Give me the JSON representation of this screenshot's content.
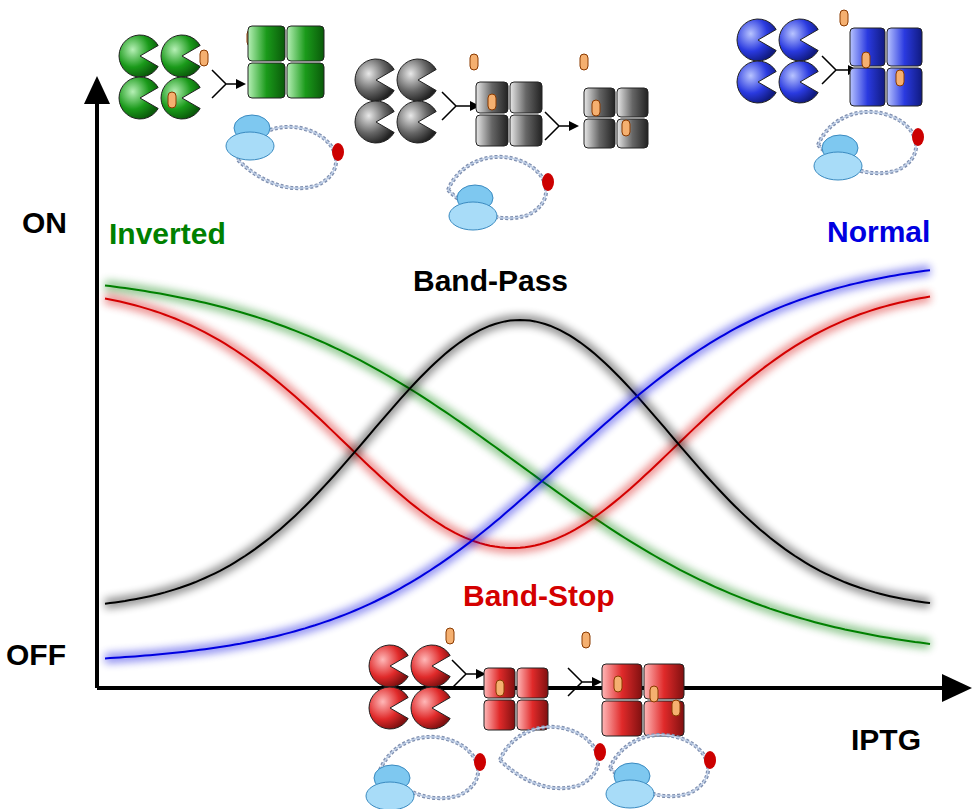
{
  "diagram": {
    "labels": [
      "ON",
      "OFF",
      "IPTG",
      "Inverted",
      "Normal",
      "Band-Pass",
      "Band-Stop"
    ]
  }
}
